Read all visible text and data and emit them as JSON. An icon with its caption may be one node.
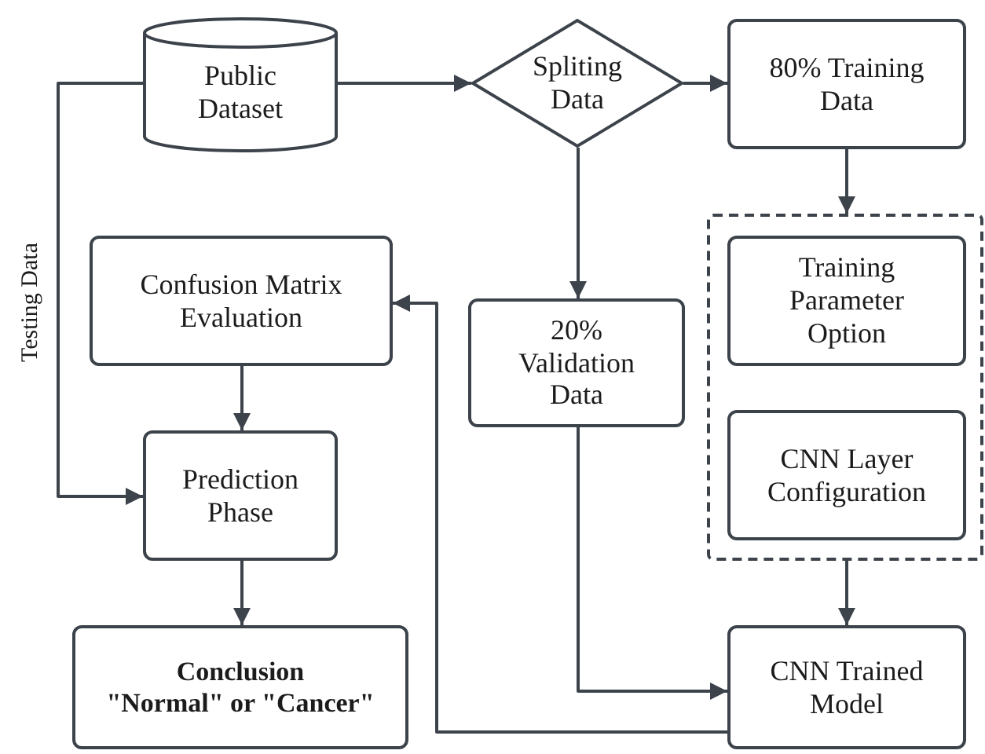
{
  "diagram": {
    "nodes": [
      {
        "text": [
          "Public Dataset"
        ]
      },
      {
        "text": [
          "Spliting Data"
        ]
      },
      {
        "text": [
          "80% Training Data"
        ]
      },
      {
        "text": [],
        "shape": "box"
      },
      {
        "text": [
          "Training Parameter Option"
        ],
        "in": 3
      },
      {
        "text": [
          "CNN Layer Configuration"
        ],
        "in": 3
      },
      {
        "text": [
          "Confusion Matrix Evaluation"
        ]
      },
      {
        "text": [
          "20% Validation Data"
        ]
      },
      {
        "text": [
          "Prediction Phase"
        ]
      },
      {
        "text": [
          "CNN Trained Model"
        ]
      },
      {
        "text": [
          "Conclusion",
          "\"Normal\" or \"Cancer\""
        ]
      }
    ],
    "edges": [
      {
        "from": 0,
        "to": 1,
        "arrow": "to"
      },
      {
        "from": 0,
        "to": 8,
        "arrow": "to",
        "label": "Testing Data"
      },
      {
        "from": 1,
        "to": 2,
        "arrow": "to"
      },
      {
        "from": 1,
        "to": 7,
        "arrow": "to"
      },
      {
        "from": 2,
        "to": 3,
        "arrow": "to"
      },
      {
        "from": 3,
        "to": 9,
        "arrow": "to"
      },
      {
        "from": 7,
        "to": 9,
        "arrow": "to"
      },
      {
        "from": 9,
        "to": 6,
        "arrow": "to"
      },
      {
        "from": 6,
        "to": 8,
        "arrow": "to"
      },
      {
        "from": 8,
        "to": 10,
        "arrow": "to"
      }
    ]
  }
}
